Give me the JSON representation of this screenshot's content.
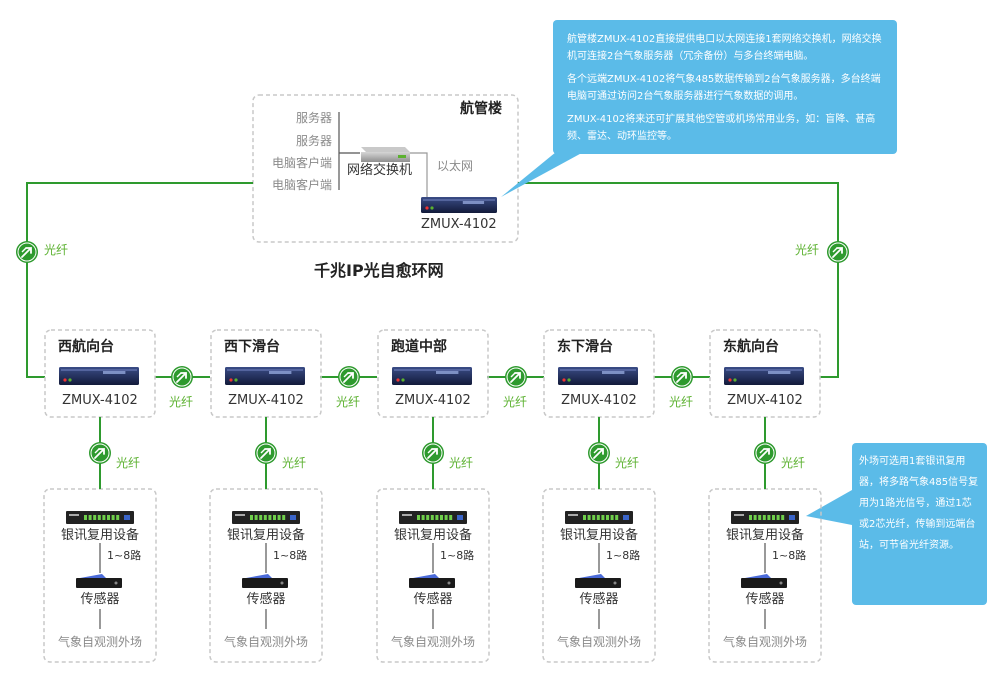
{
  "hq": {
    "title": "航管楼",
    "clients": [
      "服务器",
      "服务器",
      "电脑客户端",
      "电脑客户端"
    ],
    "switch_label": "网络交换机",
    "ethernet_label": "以太网",
    "device_model": "ZMUX-4102"
  },
  "ring_label": "千兆IP光自愈环网",
  "fiber_label": "光纤",
  "callout_hq": [
    "航管楼ZMUX-4102直接提供电口以太网连接1套网络交换机，网络交换机可连接2台气象服务器（冗余备份）与多台终端电脑。",
    "各个远端ZMUX-4102将气象485数据传输到2台气象服务器，多台终端电脑可通过访问2台气象服务器进行气象数据的调用。",
    "ZMUX-4102将来还可扩展其他空管或机场常用业务，如：盲降、甚高频、雷达、动环监控等。"
  ],
  "callout_field": "外场可选用1套银讯复用器，将多路气象485信号复用为1路光信号，通过1芯或2芯光纤，传输到远端台站，可节省光纤资源。",
  "stations": [
    {
      "name": "西航向台",
      "model": "ZMUX-4102",
      "mux_label": "银讯复用设备",
      "channels": "1~8路",
      "sensor": "传感器",
      "field": "气象自观测外场"
    },
    {
      "name": "西下滑台",
      "model": "ZMUX-4102",
      "mux_label": "银讯复用设备",
      "channels": "1~8路",
      "sensor": "传感器",
      "field": "气象自观测外场"
    },
    {
      "name": "跑道中部",
      "model": "ZMUX-4102",
      "mux_label": "银讯复用设备",
      "channels": "1~8路",
      "sensor": "传感器",
      "field": "气象自观测外场"
    },
    {
      "name": "东下滑台",
      "model": "ZMUX-4102",
      "mux_label": "银讯复用设备",
      "channels": "1~8路",
      "sensor": "传感器",
      "field": "气象自观测外场"
    },
    {
      "name": "东航向台",
      "model": "ZMUX-4102",
      "mux_label": "银讯复用设备",
      "channels": "1~8路",
      "sensor": "传感器",
      "field": "气象自观测外场"
    }
  ],
  "colors": {
    "fiber": "#2e9a2e",
    "callout": "#5bbbe8",
    "device": "#1c2b5a"
  }
}
